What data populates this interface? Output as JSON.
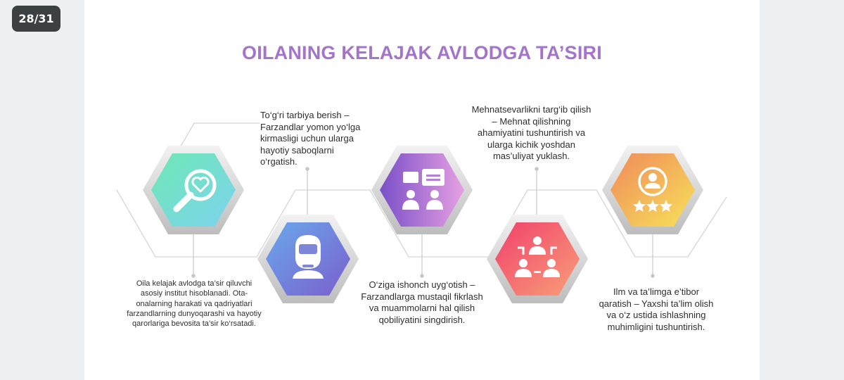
{
  "slide_counter": "28/31",
  "title": "OILANING KELAJAK AVLODGA TA’SIRI",
  "colors": {
    "title": "#a374c9",
    "hex1": [
      "#6ee8b4",
      "#7dd3ee"
    ],
    "hex2": [
      "#6aa8ec",
      "#7a5fcc"
    ],
    "hex3": [
      "#7a4fc8",
      "#e6a0e2"
    ],
    "hex4": [
      "#f2406c",
      "#f7a078"
    ],
    "hex5": [
      "#f08a5a",
      "#f7e25a"
    ]
  },
  "items": [
    {
      "icon": "magnifier-heart-icon",
      "text": "Oila kelajak avlodga ta’sir qiluvchi asosiy institut hisoblanadi. Ota-onalarning harakati va qadriyatlari farzandlarning dunyoqarashi va hayotiy qarorlariga bevosita ta’sir ko‘rsatadi."
    },
    {
      "icon": "support-agent-icon",
      "text": "To‘g‘ri tarbiya berish – Farzandlar yomon yo‘lga kirmasligi uchun ularga hayotiy saboqlarni o‘rgatish."
    },
    {
      "icon": "people-conversation-icon",
      "text": "O‘ziga ishonch uyg‘otish – Farzandlarga mustaqil fikrlash va muammolarni hal qilish qobiliyatini singdirish."
    },
    {
      "icon": "team-hierarchy-icon",
      "text": "Mehnatsevarlikni targ‘ib qilish – Mehnat qilishning ahamiyatini tushuntirish va ularga kichik yoshdan mas’uliyat yuklash."
    },
    {
      "icon": "user-rating-stars-icon",
      "text": "Ilm va ta’limga e’tibor qaratish – Yaxshi ta’lim olish va o‘z ustida ishlashning muhimligini tushuntirish."
    }
  ]
}
